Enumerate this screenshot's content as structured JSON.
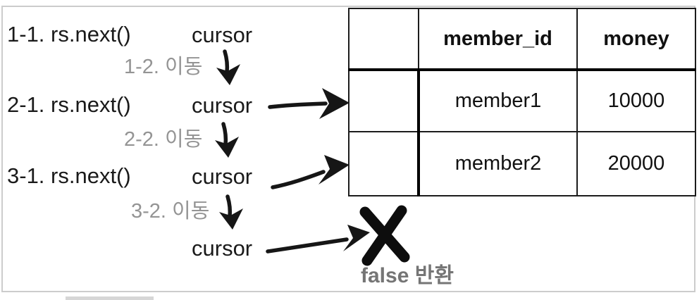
{
  "diagram": {
    "steps": [
      {
        "call": "1-1. rs.next()",
        "cursor_label": "cursor",
        "move_label": "1-2. 이동"
      },
      {
        "call": "2-1. rs.next()",
        "cursor_label": "cursor",
        "move_label": "2-2. 이동"
      },
      {
        "call": "3-1. rs.next()",
        "cursor_label": "cursor",
        "move_label": "3-2. 이동"
      }
    ],
    "final_cursor_label": "cursor",
    "false_return_label": "false 반환"
  },
  "table": {
    "headers": [
      "",
      "member_id",
      "money"
    ],
    "rows": [
      [
        "",
        "member1",
        "10000"
      ],
      [
        "",
        "member2",
        "20000"
      ]
    ]
  },
  "colors": {
    "ink": "#1a1a1a",
    "gray_label": "#949494",
    "false_label": "#757575",
    "frame_border": "#cccccc",
    "table_border": "#1c1c1c",
    "arrow": "#161616"
  },
  "icons": [
    "move-down-arrow-icon",
    "cursor-to-row1-arrow-icon",
    "cursor-to-row2-arrow-icon",
    "cursor-to-false-arrow-icon",
    "x-mark-icon"
  ]
}
